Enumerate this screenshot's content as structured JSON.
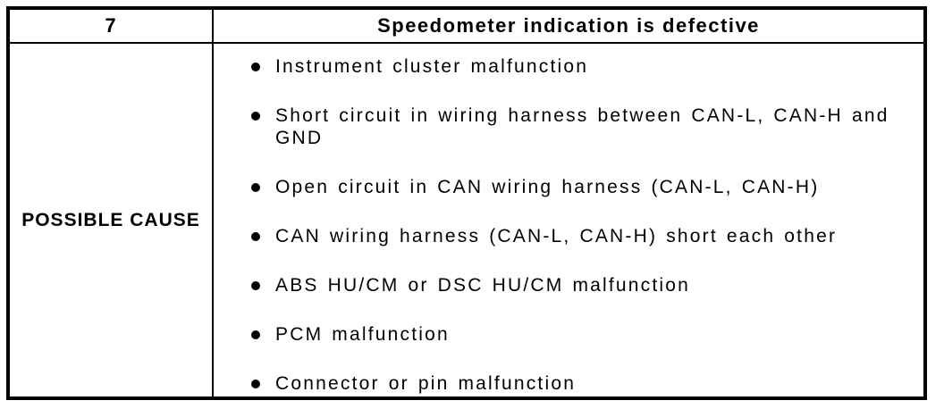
{
  "document": {
    "table": {
      "item_number": "7",
      "symptom": "Speedometer indication is defective",
      "row_label": "POSSIBLE CAUSE",
      "possible_causes": [
        "Instrument cluster malfunction",
        "Short circuit in wiring harness between CAN-L, CAN-H and GND",
        "Open circuit in CAN wiring harness (CAN-L, CAN-H)",
        "CAN wiring harness (CAN-L, CAN-H) short each other",
        "ABS HU/CM or DSC HU/CM malfunction",
        "PCM malfunction",
        "Connector or pin malfunction"
      ]
    },
    "colors": {
      "border": "#000000",
      "background": "#ffffff",
      "text": "#000000"
    }
  }
}
